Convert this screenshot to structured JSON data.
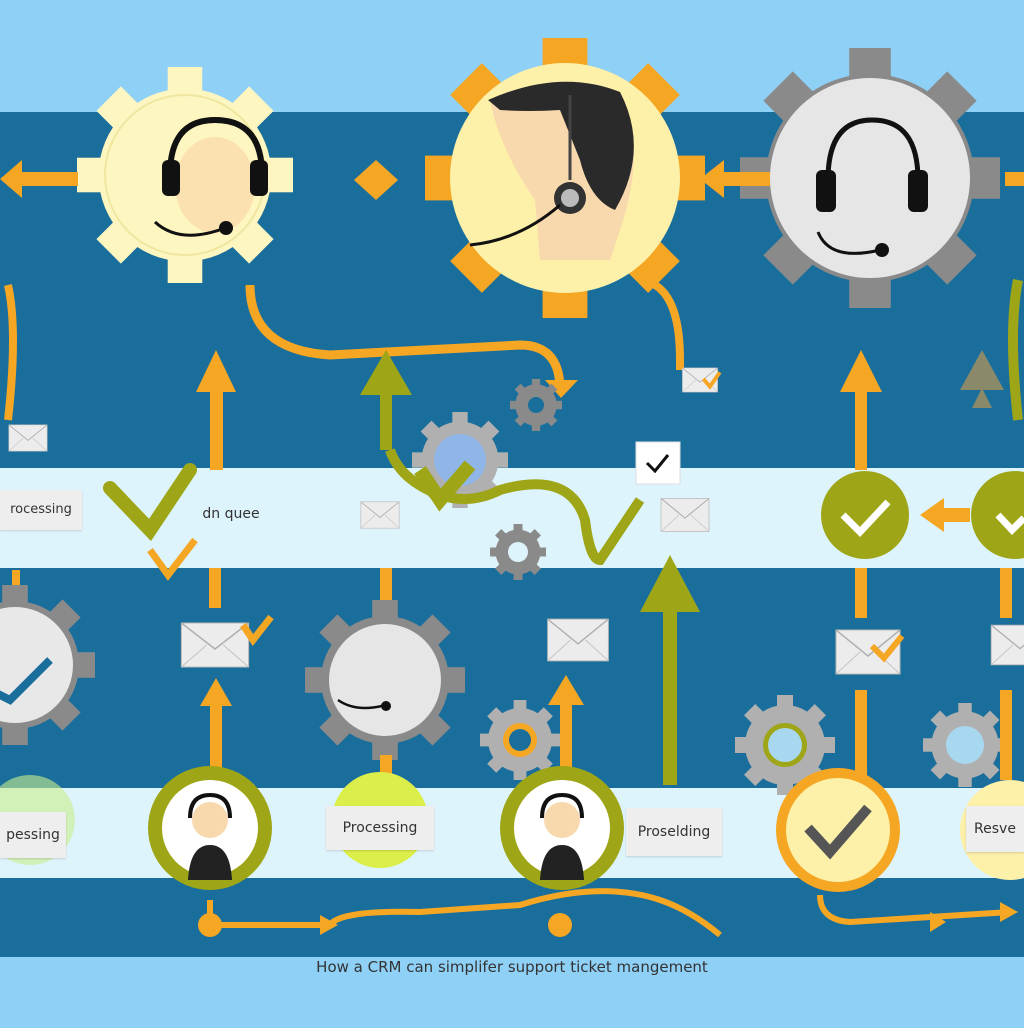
{
  "caption": "How a CRM can simplifer support ticket mangement",
  "labels": {
    "processing_top_left": "rocessing",
    "in_queue": "dn quee",
    "processing_bottom_left": "pessing",
    "processing_bottom_mid": "Processing",
    "proselding": "Proselding",
    "resolved": "Resve"
  },
  "colors": {
    "sky": "#8fd0f7",
    "band": "#1a6e9c",
    "strip": "#def4fd",
    "orange": "#f5a623",
    "olive": "#9ea617",
    "pale_yellow": "#fdf6c0",
    "gray": "#8a8a8a",
    "envelope": "#ececec"
  },
  "icons": [
    "headset-agent-icon",
    "gear-icon",
    "envelope-icon",
    "checkmark-icon",
    "arrow-icon"
  ]
}
